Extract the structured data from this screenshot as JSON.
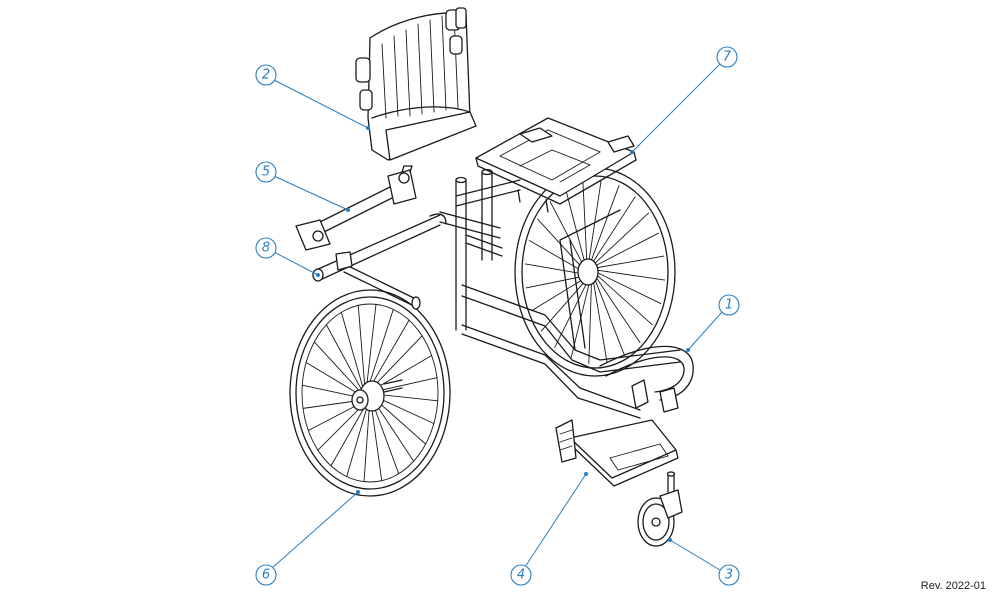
{
  "callouts": [
    {
      "id": "1",
      "label": "1"
    },
    {
      "id": "2",
      "label": "2"
    },
    {
      "id": "3",
      "label": "3"
    },
    {
      "id": "4",
      "label": "4"
    },
    {
      "id": "5",
      "label": "5"
    },
    {
      "id": "6",
      "label": "6"
    },
    {
      "id": "7",
      "label": "7"
    },
    {
      "id": "8",
      "label": "8"
    }
  ],
  "revision": "Rev. 2022-01",
  "colors": {
    "callout": "#2b7fc1",
    "linework": "#1a1a1a"
  }
}
